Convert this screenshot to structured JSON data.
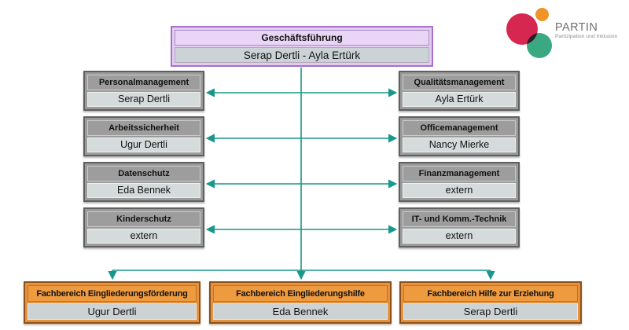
{
  "logo": {
    "brand": "PARTIN",
    "tagline": "Partizipation und Inklusion"
  },
  "top_box": {
    "title": "Geschäftsführung",
    "value": "Serap Dertli - Ayla Ertürk"
  },
  "left_column": [
    {
      "title": "Personalmanagement",
      "value": "Serap Dertli"
    },
    {
      "title": "Arbeitssicherheit",
      "value": "Ugur Dertli"
    },
    {
      "title": "Datenschutz",
      "value": "Eda Bennek"
    },
    {
      "title": "Kinderschutz",
      "value": "extern"
    }
  ],
  "right_column": [
    {
      "title": "Qualitätsmanagement",
      "value": "Ayla Ertürk"
    },
    {
      "title": "Officemanagement",
      "value": "Nancy Mierke"
    },
    {
      "title": "Finanzmanagement",
      "value": "extern"
    },
    {
      "title": "IT- und Komm.-Technik",
      "value": "extern"
    }
  ],
  "bottom_row": [
    {
      "title": "Fachbereich Eingliederungsförderung",
      "value": "Ugur Dertli"
    },
    {
      "title": "Fachbereich Eingliederungshilfe",
      "value": "Eda Bennek"
    },
    {
      "title": "Fachbereich Hilfe zur Erziehung",
      "value": "Serap Dertli"
    }
  ],
  "colors": {
    "connector_teal": "#17988a",
    "purple_fill": "#e2ccef",
    "purple_border": "#a671c9",
    "gray_fill": "#9b9b9b",
    "gray_border": "#5f5f5f",
    "orange_fill": "#e6913d",
    "orange_border": "#8c501a",
    "value_box_fill": "#d5dadb",
    "logo_red": "#d62750",
    "logo_orange": "#ef9428",
    "logo_green": "#3aa981"
  }
}
